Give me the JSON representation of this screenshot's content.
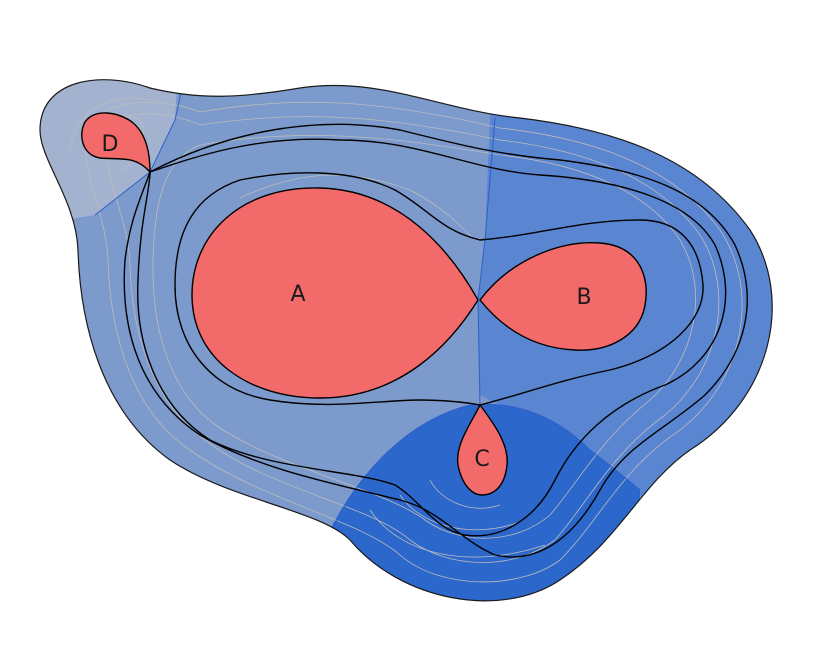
{
  "labels": {
    "a": "A",
    "b": "B",
    "c": "C",
    "d": "D"
  },
  "colors": {
    "lobe_fill": "#f26a6a",
    "region_light": "#a3b3cf",
    "region_mid": "#7d9acc",
    "region_right": "#5a85d0",
    "region_bottom": "#2c68cc",
    "separatrix": "#000000",
    "contour": "#bcbcbc",
    "region_boundary": "#2d5fc9"
  }
}
